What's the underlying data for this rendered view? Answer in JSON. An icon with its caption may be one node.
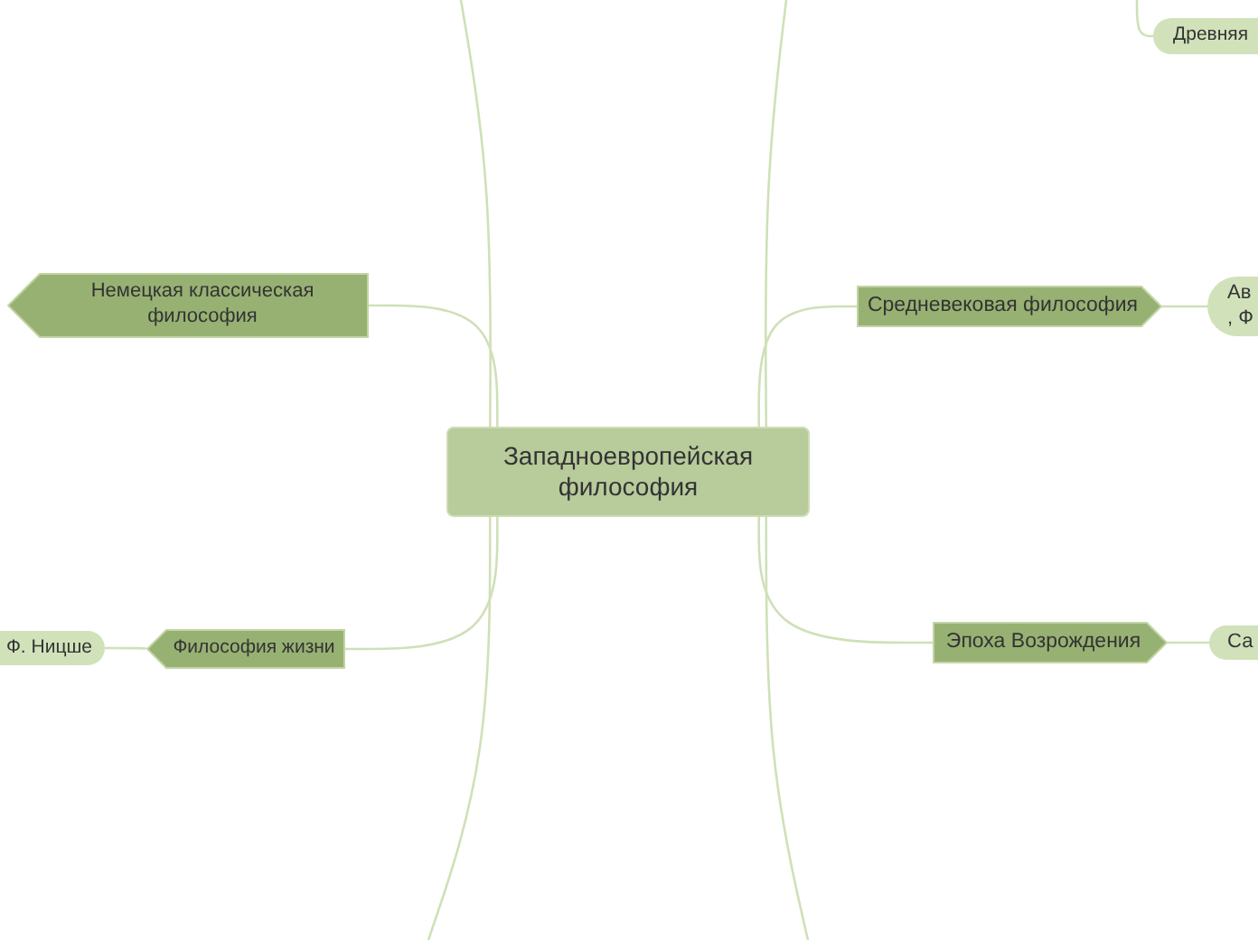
{
  "diagram": {
    "nodes": [
      {
        "text": [
          "Западноевропейская философия"
        ]
      },
      {
        "text": [
          "Древняя"
        ]
      },
      {
        "text": [
          "Немецкая классическая философия"
        ]
      },
      {
        "text": [
          "Средневековая философия"
        ]
      },
      {
        "text": [
          "Ав",
          ", Ф"
        ]
      },
      {
        "text": [
          "Философия жизни"
        ]
      },
      {
        "text": [
          "Ф. Ницше"
        ]
      },
      {
        "text": [
          "Эпоха Возрождения"
        ]
      },
      {
        "text": [
          "Са"
        ]
      }
    ],
    "edges": [
      {
        "from": 0,
        "to": null,
        "arrow": "none"
      },
      {
        "from": 0,
        "to": null,
        "arrow": "none"
      },
      {
        "from": null,
        "to": 1,
        "arrow": "none"
      },
      {
        "from": 0,
        "to": 2,
        "arrow": "none"
      },
      {
        "from": 0,
        "to": 3,
        "arrow": "none"
      },
      {
        "from": 3,
        "to": 4,
        "arrow": "none"
      },
      {
        "from": 0,
        "to": 5,
        "arrow": "none"
      },
      {
        "from": 5,
        "to": 6,
        "arrow": "none"
      },
      {
        "from": 0,
        "to": 7,
        "arrow": "none"
      },
      {
        "from": 7,
        "to": 8,
        "arrow": "none"
      },
      {
        "from": 0,
        "to": null,
        "arrow": "none"
      },
      {
        "from": 0,
        "to": null,
        "arrow": "none"
      }
    ]
  }
}
